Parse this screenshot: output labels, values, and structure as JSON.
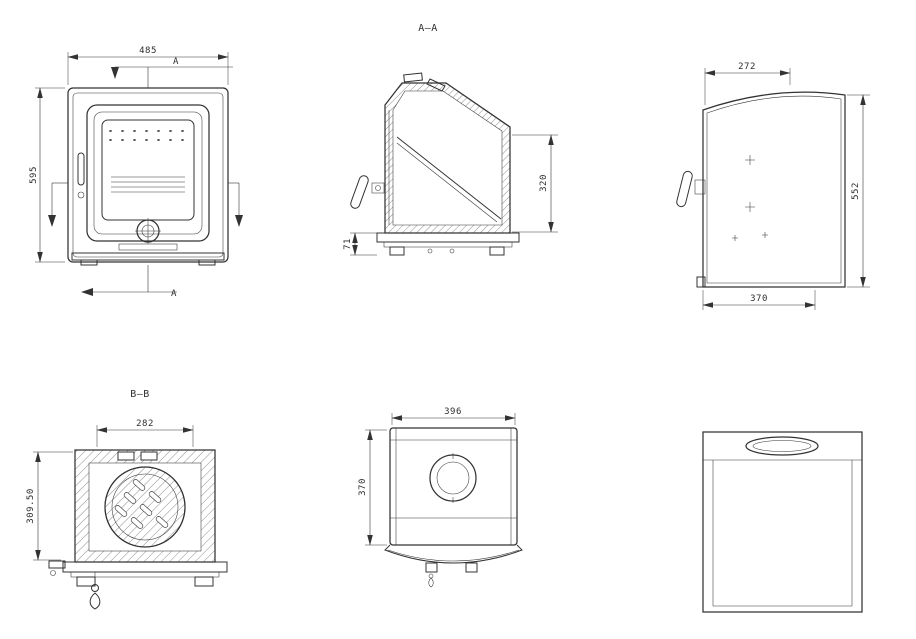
{
  "sheet": {
    "section_aa_title": "A–A",
    "section_bb_title": "B–B"
  },
  "front_view": {
    "width_dim": "485",
    "height_dim": "595",
    "cut_label_top": "A",
    "cut_label_bottom": "A"
  },
  "section_aa": {
    "firebox_height_dim": "320",
    "base_height_dim": "71"
  },
  "side_view": {
    "top_depth_dim": "272",
    "height_dim": "552",
    "base_depth_dim": "370"
  },
  "section_bb": {
    "opening_width_dim": "282",
    "opening_height_dim": "309.50"
  },
  "top_view": {
    "width_dim": "396",
    "depth_dim": "370"
  }
}
